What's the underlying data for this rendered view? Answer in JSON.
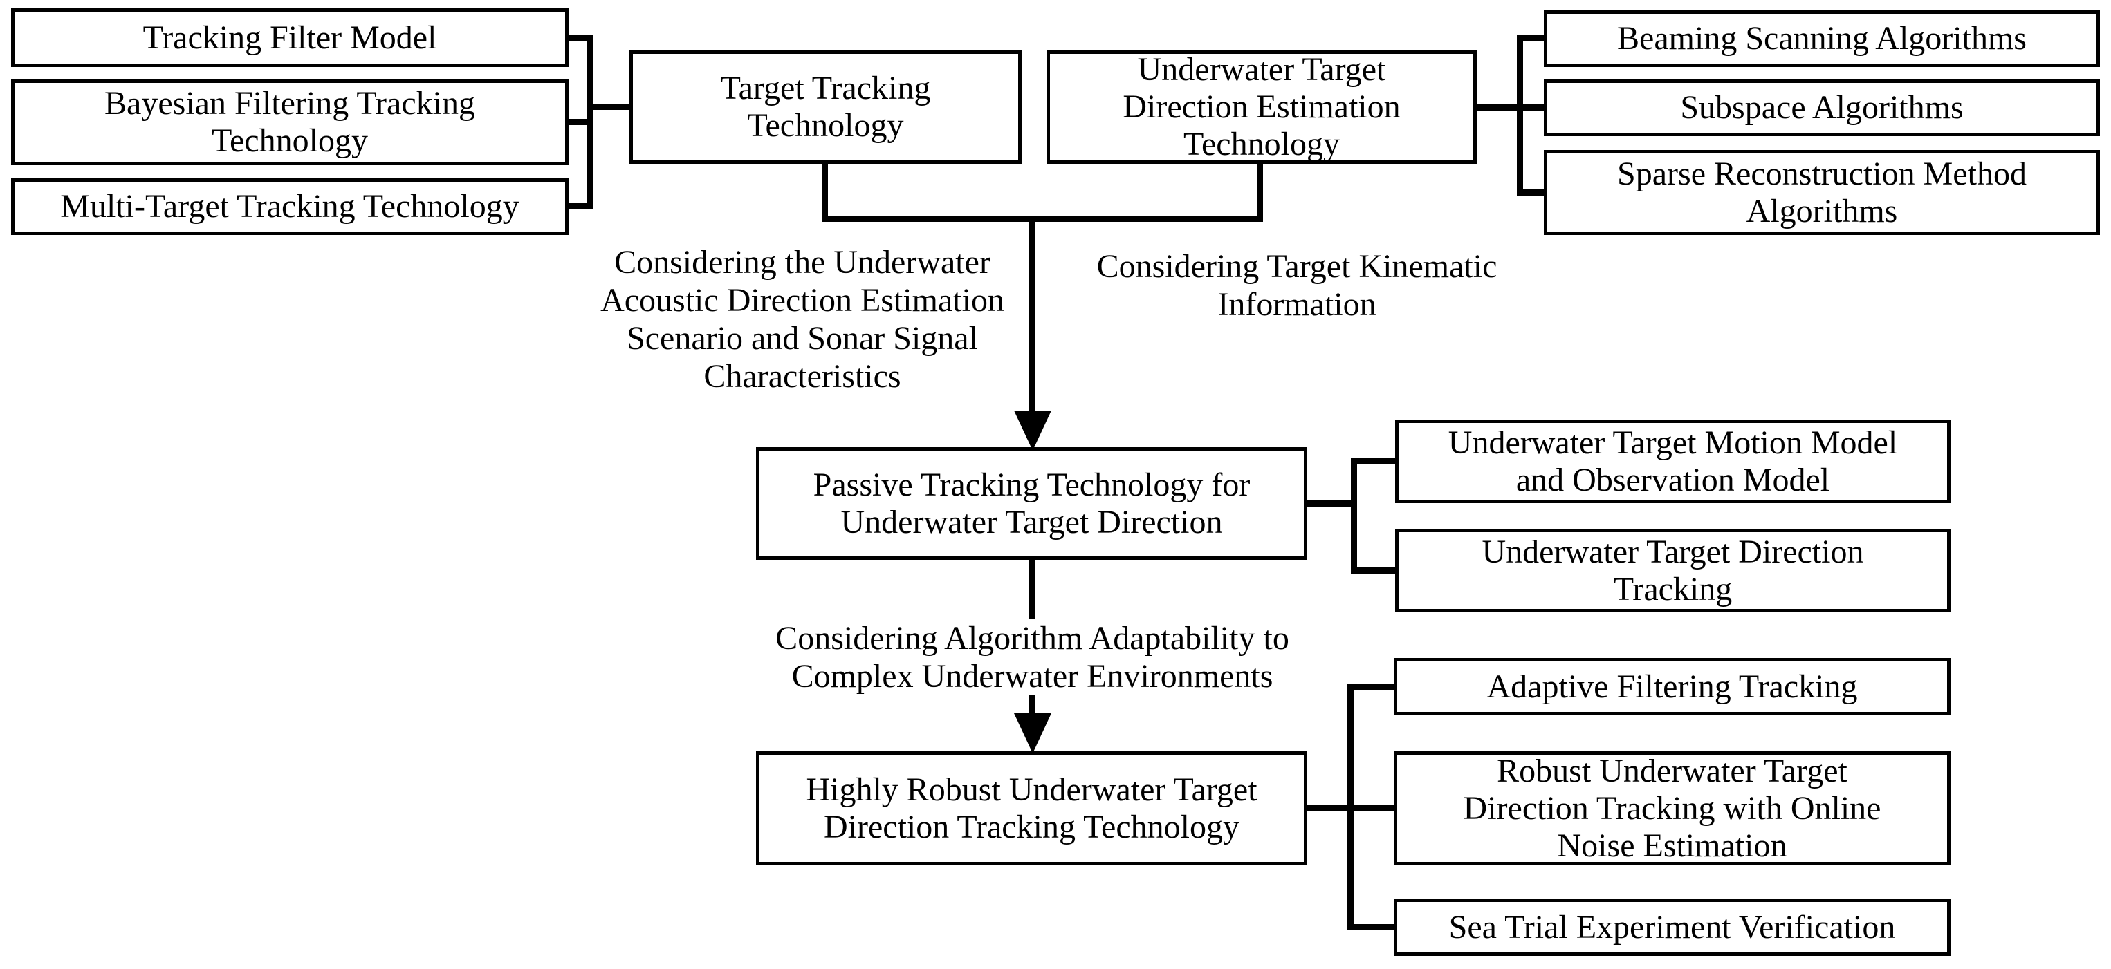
{
  "diagram": {
    "title": "Underwater target direction tracking technology overview",
    "colors": {
      "line": "#000000",
      "background": "#ffffff",
      "text": "#000000"
    },
    "left_column": {
      "tracking_filter": "Tracking Filter Model",
      "bayesian": "Bayesian Filtering Tracking\nTechnology",
      "multi_target": "Multi-Target Tracking Technology"
    },
    "top_center": {
      "target_tracking": "Target Tracking\nTechnology",
      "underwater_estimation": "Underwater Target\nDirection Estimation\nTechnology"
    },
    "right_column": {
      "beaming": "Beaming Scanning Algorithms",
      "subspace": "Subspace Algorithms",
      "sparse": "Sparse Reconstruction Method\nAlgorithms"
    },
    "annotations": {
      "scenario": "Considering the Underwater\nAcoustic Direction Estimation\nScenario and Sonar Signal\nCharacteristics",
      "kinematic": "Considering Target Kinematic\nInformation",
      "adaptability": "Considering Algorithm Adaptability to\nComplex Underwater Environments"
    },
    "middle": {
      "passive": "Passive Tracking Technology for\nUnderwater Target Direction",
      "motion_observation": "Underwater Target Motion Model\nand Observation Model",
      "direction_tracking": "Underwater Target Direction\nTracking"
    },
    "bottom": {
      "highly_robust": "Highly Robust Underwater Target\nDirection Tracking Technology",
      "adaptive_filtering": "Adaptive Filtering Tracking",
      "robust_online_noise": "Robust Underwater Target\nDirection Tracking with Online\nNoise Estimation",
      "sea_trial": "Sea Trial Experiment Verification"
    }
  }
}
